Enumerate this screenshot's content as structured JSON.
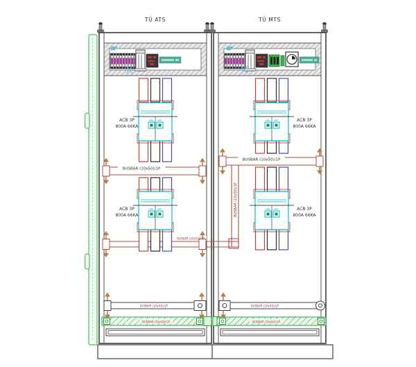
{
  "diagram": {
    "title_left": "TỦ ATS",
    "title_right": "TỦ MTS",
    "acb_label_line1": "ACB 3P",
    "acb_label_line2": "800A 66KA",
    "busbar_label": "BUSBAR (10x50)/1P"
  },
  "colors": {
    "outline": "#3f3f3f",
    "busbar_red": "#b04a42",
    "riser_red": "#b5453c",
    "riser_blue": "#4a4aa0",
    "acb_cyan": "#00bfc8",
    "earth_green": "#2e9e44",
    "door_green": "#4cbf5c",
    "support_orange": "#c07a3a",
    "terminal_magenta": "#a83a9a",
    "tag_teal": "#4fae9b",
    "label_dark_red": "#8a3a3a"
  }
}
